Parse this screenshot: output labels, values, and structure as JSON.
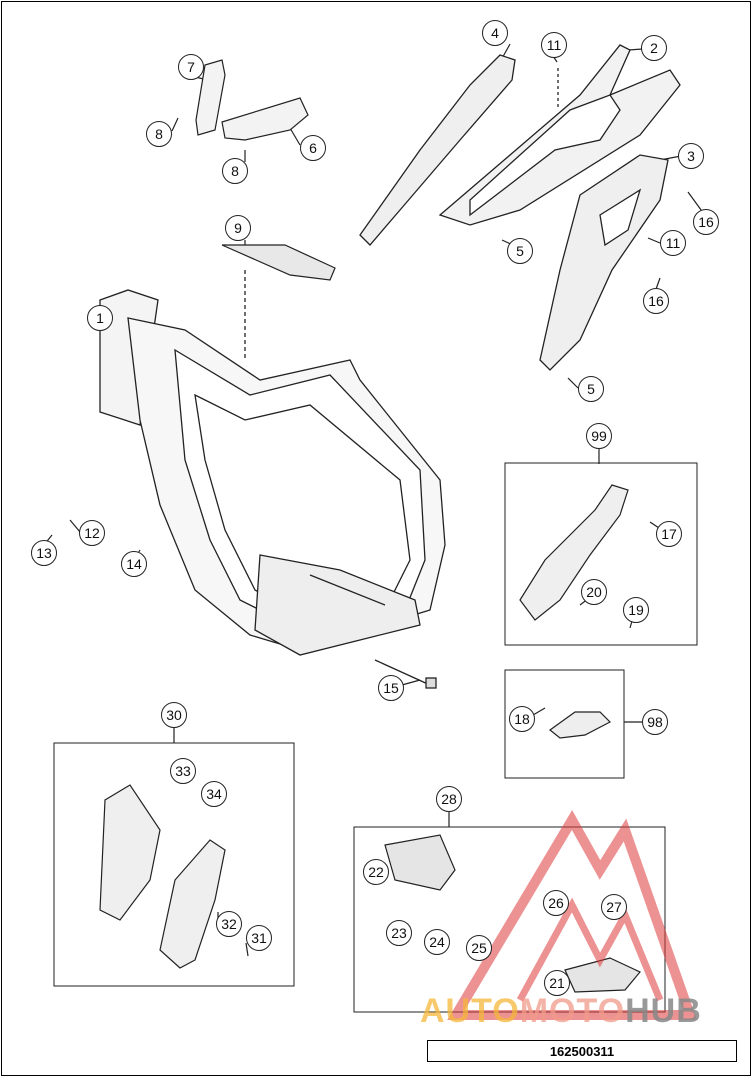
{
  "drawing_number": "162500311",
  "watermark": {
    "part1": "AUTO",
    "part2": "MOTO",
    "part3": "HUB"
  },
  "callouts": {
    "c1": "1",
    "c2": "2",
    "c3": "3",
    "c4": "4",
    "c5a": "5",
    "c5b": "5",
    "c6": "6",
    "c7": "7",
    "c8a": "8",
    "c8b": "8",
    "c9": "9",
    "c11a": "11",
    "c11b": "11",
    "c12": "12",
    "c13": "13",
    "c14": "14",
    "c15": "15",
    "c16a": "16",
    "c16b": "16",
    "c17": "17",
    "c18": "18",
    "c19": "19",
    "c20": "20",
    "c21": "21",
    "c22": "22",
    "c23": "23",
    "c24": "24",
    "c25": "25",
    "c26": "26",
    "c27": "27",
    "c28": "28",
    "c30": "30",
    "c31": "31",
    "c32": "32",
    "c33": "33",
    "c34": "34",
    "c98": "98",
    "c99": "99"
  },
  "colors": {
    "line": "#222222",
    "watermark_red": "#e03a3a"
  }
}
